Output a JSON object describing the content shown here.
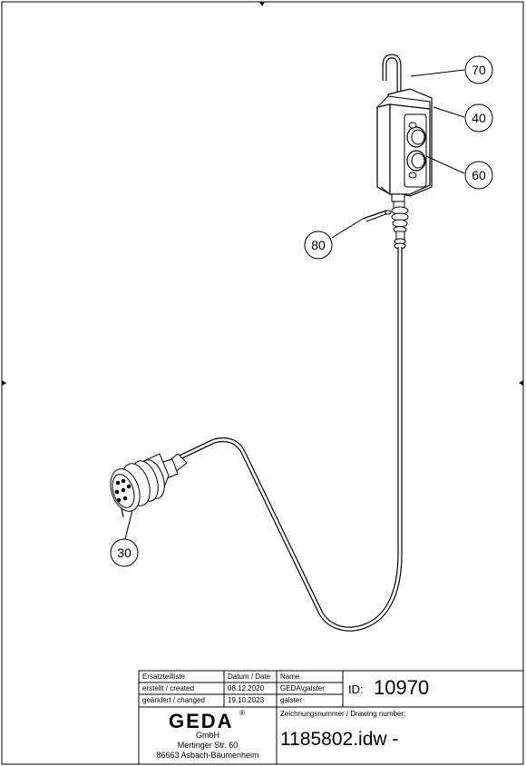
{
  "callouts": [
    {
      "id": "callout-70",
      "label": "70"
    },
    {
      "id": "callout-40",
      "label": "40"
    },
    {
      "id": "callout-60",
      "label": "60"
    },
    {
      "id": "callout-80",
      "label": "80"
    },
    {
      "id": "callout-30",
      "label": "30"
    }
  ],
  "title_block": {
    "list_type": "Ersatzteilliste",
    "date_header": "Datum / Date",
    "name_header": "Name",
    "created_label": "erstellt / created",
    "created_date": "08.12.2020",
    "created_name": "GEDA\\galster",
    "changed_label": "geändert / changed",
    "changed_date": "19.10.2023",
    "changed_name": "galster",
    "id_label": "ID:",
    "id_value": "10970",
    "drawing_number_label": "Zeichnungsnummer / Drawing number:",
    "drawing_number": "1185802.idw -",
    "company_logo": "GEDA",
    "company_reg": "®",
    "company_suffix": "GmbH",
    "address_line1": "Mertinger Str. 60",
    "address_line2": "86663 Asbach-Bäumenheim"
  },
  "colors": {
    "line": "#000000",
    "background": "#ffffff"
  }
}
